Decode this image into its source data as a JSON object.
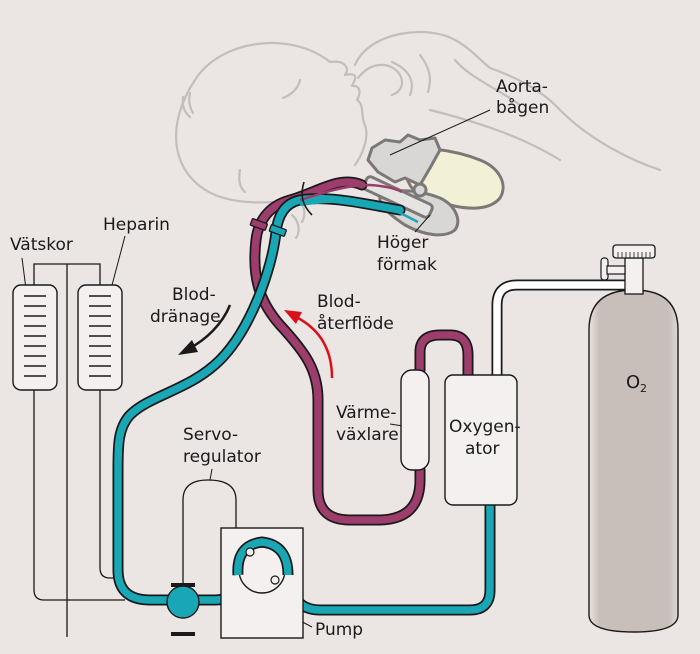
{
  "diagram": {
    "title": "Hjärt-lungmaskin (ECMO) kopplad till spädbarn",
    "colors": {
      "background": "#ebe5e3",
      "drainage_tube": "#1aa7b5",
      "return_tube": "#9c3d6c",
      "flow_arrow_return": "#d8111b",
      "flow_arrow_drainage": "#1a1a1a",
      "outline_light": "#c2bebd",
      "o2_cylinder": "#c8beba",
      "heart_fill": "#d9d7d5",
      "aorta_fill": "#f3f1d5"
    },
    "labels": {
      "aorta_line1": "Aorta-",
      "aorta_line2": "bågen",
      "right_atrium_line1": "Höger",
      "right_atrium_line2": "förmak",
      "fluids": "Vätskor",
      "heparin": "Heparin",
      "drainage_line1": "Blod-",
      "drainage_line2": "dränage",
      "return_line1": "Blod-",
      "return_line2": "återflöde",
      "heat_exchanger_line1": "Värme-",
      "heat_exchanger_line2": "växlare",
      "oxygenator_line1": "Oxygen-",
      "oxygenator_line2": "ator",
      "servo_line1": "Servo-",
      "servo_line2": "regulator",
      "pump": "Pump",
      "o2_main": "O",
      "o2_sub": "2"
    },
    "icons": {
      "infant": "infant-outline-icon",
      "heart": "heart-icon",
      "bag": "iv-bag-icon",
      "pump": "roller-pump-icon",
      "cylinder": "gas-cylinder-icon",
      "valve": "valve-icon"
    }
  }
}
